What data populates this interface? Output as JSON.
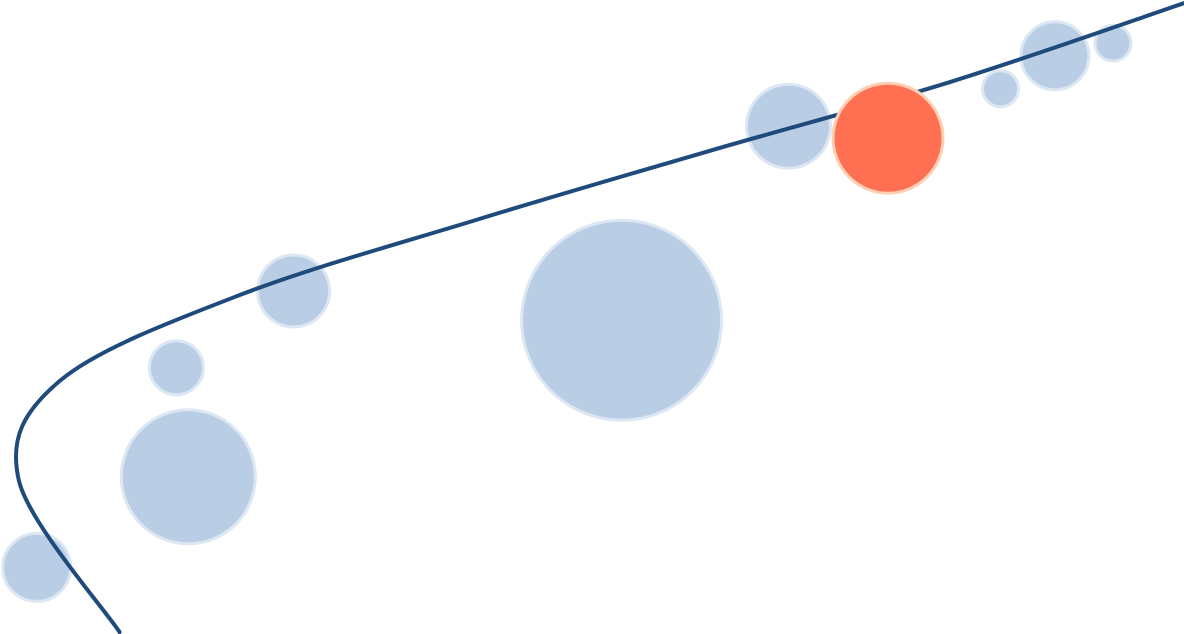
{
  "colors": {
    "background": "#ffffff",
    "trend_line": "#1f4a7c",
    "bubble_fill": "#b9cde4",
    "bubble_stroke": "#dde7f3",
    "highlight_fill": "#ff7052",
    "highlight_stroke": "#fcd0b4"
  },
  "chart_data": {
    "type": "scatter",
    "subtype": "bubble",
    "title": "",
    "xlabel": "",
    "ylabel": "",
    "axes_visible": false,
    "grid": false,
    "legend": "none",
    "xlim": [
      0,
      100
    ],
    "ylim": [
      0,
      100
    ],
    "series": [
      {
        "points": [
          {
            "x": 3.1,
            "y": 10.5,
            "size": 34
          },
          {
            "x": 15.9,
            "y": 24.8,
            "size": 67
          },
          {
            "x": 14.9,
            "y": 42.0,
            "size": 27
          },
          {
            "x": 24.8,
            "y": 54.1,
            "size": 36
          },
          {
            "x": 52.5,
            "y": 49.5,
            "size": 100
          },
          {
            "x": 66.6,
            "y": 80.1,
            "size": 42
          },
          {
            "x": 75.0,
            "y": 78.2,
            "size": 55,
            "highlight": true
          },
          {
            "x": 84.5,
            "y": 86.0,
            "size": 18
          },
          {
            "x": 89.1,
            "y": 91.2,
            "size": 34
          },
          {
            "x": 94.0,
            "y": 93.2,
            "size": 18
          }
        ]
      }
    ],
    "trend_line": {
      "x": [
        10.1,
        1.6,
        5.1,
        20.3,
        40.2,
        60.1,
        80.3,
        100.0
      ],
      "y": [
        0.3,
        24.2,
        40.0,
        53.5,
        65.3,
        76.3,
        87.1,
        99.5
      ]
    }
  }
}
